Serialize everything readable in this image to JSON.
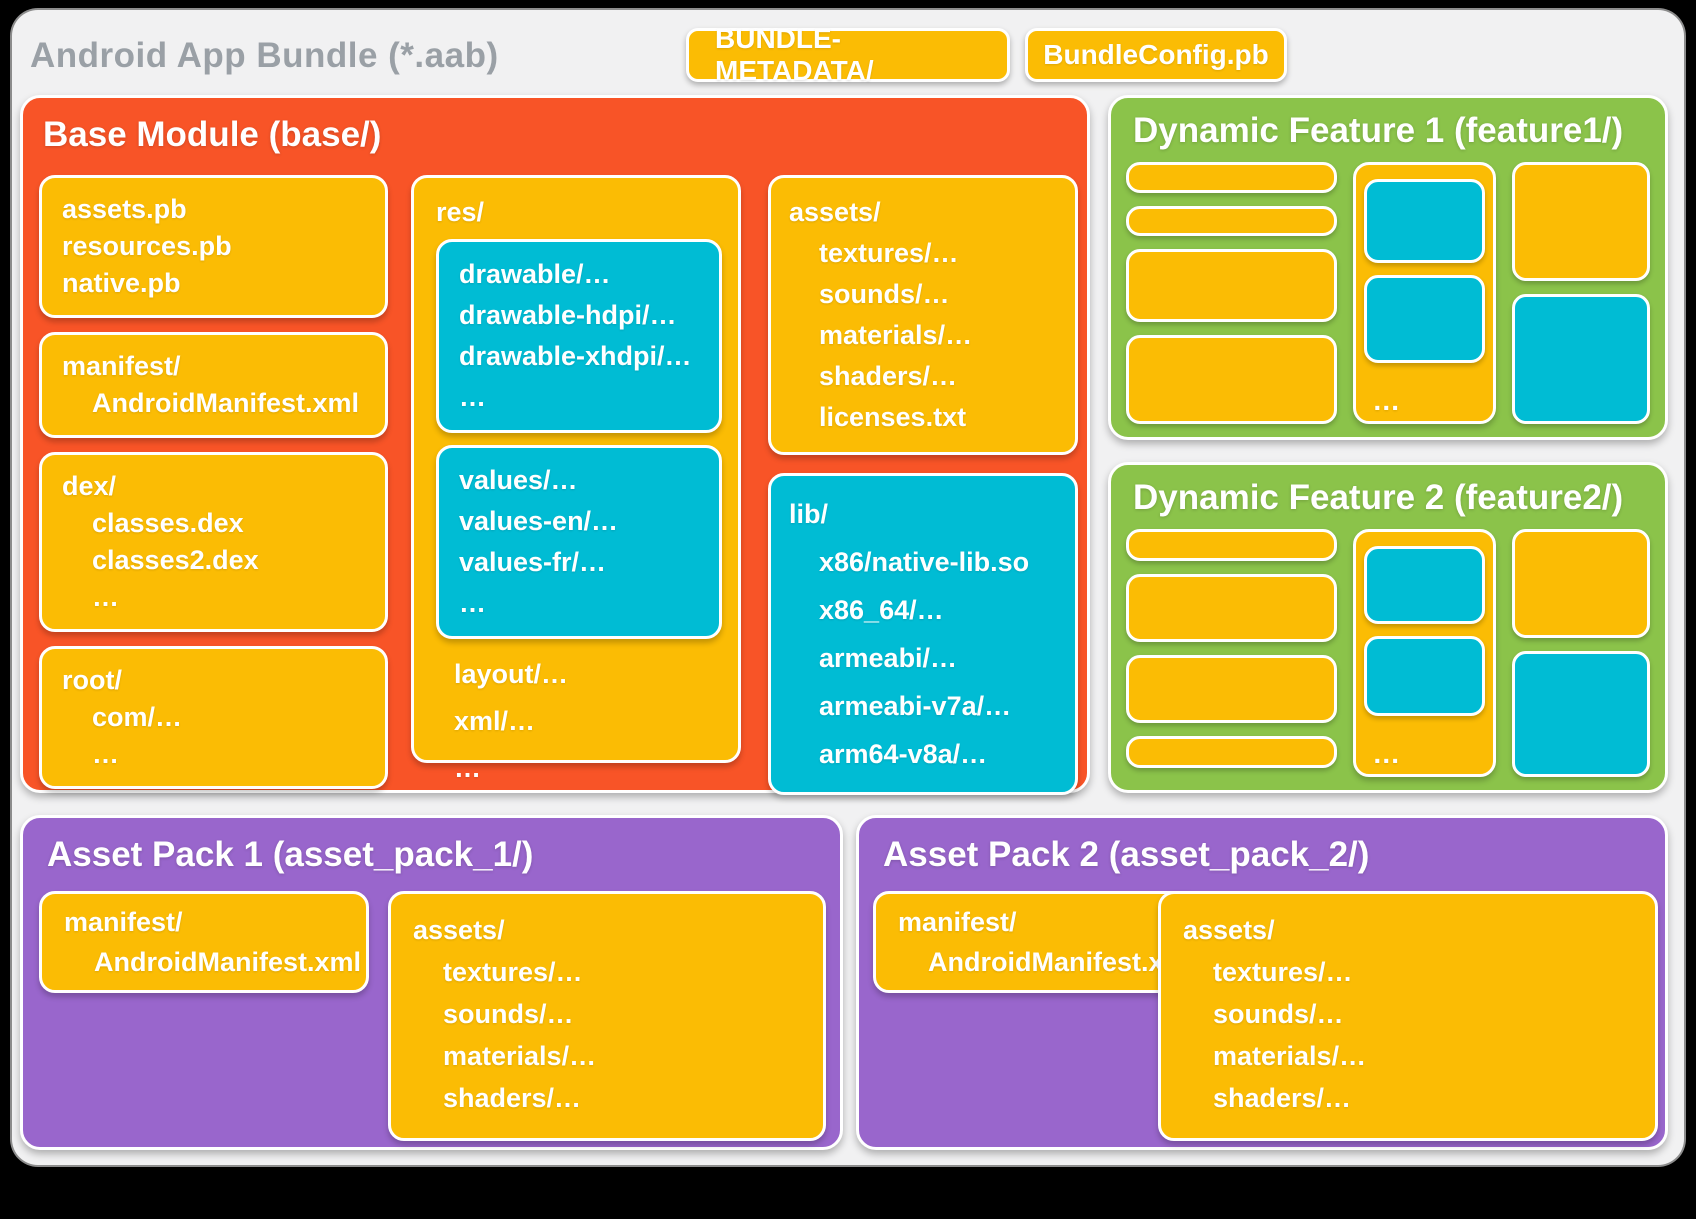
{
  "page": {
    "title": "Android App Bundle (*.aab)"
  },
  "badges": [
    {
      "label": "BUNDLE-METADATA/"
    },
    {
      "label": "BundleConfig.pb"
    }
  ],
  "colors": {
    "orange": "#F85427",
    "yellow": "#FBBC04",
    "cyan": "#00BCD4",
    "green": "#8BC34A",
    "purple": "#9966CC",
    "card_background": "#F1F1F2",
    "title_gray": "#9AA0A6"
  },
  "base_module": {
    "title": "Base Module (base/)",
    "pb_box": {
      "lines": [
        {
          "t": "assets.pb"
        },
        {
          "t": "resources.pb"
        },
        {
          "t": "native.pb"
        }
      ]
    },
    "manifest_box": {
      "lines": [
        {
          "t": "manifest/"
        },
        {
          "t": "AndroidManifest.xml",
          "i": true
        }
      ]
    },
    "dex_box": {
      "lines": [
        {
          "t": "dex/"
        },
        {
          "t": "classes.dex",
          "i": true
        },
        {
          "t": "classes2.dex",
          "i": true
        },
        {
          "t": "…",
          "i": true
        }
      ]
    },
    "root_box": {
      "lines": [
        {
          "t": "root/"
        },
        {
          "t": "com/…",
          "i": true
        },
        {
          "t": "…",
          "i": true
        }
      ]
    },
    "res_box": {
      "label": "res/",
      "drawable_box": {
        "lines": [
          {
            "t": "drawable/…"
          },
          {
            "t": "drawable-hdpi/…"
          },
          {
            "t": "drawable-xhdpi/…"
          },
          {
            "t": "…"
          }
        ]
      },
      "values_box": {
        "lines": [
          {
            "t": "values/…"
          },
          {
            "t": "values-en/…"
          },
          {
            "t": "values-fr/…"
          },
          {
            "t": "…"
          }
        ]
      },
      "tail": {
        "lines": [
          {
            "t": "layout/…"
          },
          {
            "t": "xml/…"
          },
          {
            "t": "…"
          }
        ]
      }
    },
    "assets_box": {
      "lines": [
        {
          "t": "assets/"
        },
        {
          "t": "textures/…",
          "i": true
        },
        {
          "t": "sounds/…",
          "i": true
        },
        {
          "t": "materials/…",
          "i": true
        },
        {
          "t": "shaders/…",
          "i": true
        },
        {
          "t": "licenses.txt",
          "i": true
        }
      ]
    },
    "lib_box": {
      "lines": [
        {
          "t": "lib/"
        },
        {
          "t": "x86/native-lib.so",
          "i": true
        },
        {
          "t": "x86_64/…",
          "i": true
        },
        {
          "t": "armeabi/…",
          "i": true
        },
        {
          "t": "armeabi-v7a/…",
          "i": true
        },
        {
          "t": "arm64-v8a/…",
          "i": true
        }
      ]
    }
  },
  "dynamic_feature_1": {
    "title": "Dynamic Feature 1 (feature1/)",
    "ellipsis": "…"
  },
  "dynamic_feature_2": {
    "title": "Dynamic Feature 2 (feature2/)",
    "ellipsis": "…"
  },
  "asset_pack_1": {
    "title": "Asset Pack 1 (asset_pack_1/)",
    "manifest_box": {
      "lines": [
        {
          "t": "manifest/"
        },
        {
          "t": "AndroidManifest.xml",
          "i": true
        }
      ]
    },
    "assets_box": {
      "lines": [
        {
          "t": "assets/"
        },
        {
          "t": "textures/…",
          "i": true
        },
        {
          "t": "sounds/…",
          "i": true
        },
        {
          "t": "materials/…",
          "i": true
        },
        {
          "t": "shaders/…",
          "i": true
        }
      ]
    }
  },
  "asset_pack_2": {
    "title": "Asset Pack 2 (asset_pack_2/)",
    "manifest_box": {
      "lines": [
        {
          "t": "manifest/"
        },
        {
          "t": "AndroidManifest.xml",
          "i": true
        }
      ]
    },
    "assets_box": {
      "lines": [
        {
          "t": "assets/"
        },
        {
          "t": "textures/…",
          "i": true
        },
        {
          "t": "sounds/…",
          "i": true
        },
        {
          "t": "materials/…",
          "i": true
        },
        {
          "t": "shaders/…",
          "i": true
        }
      ]
    }
  }
}
